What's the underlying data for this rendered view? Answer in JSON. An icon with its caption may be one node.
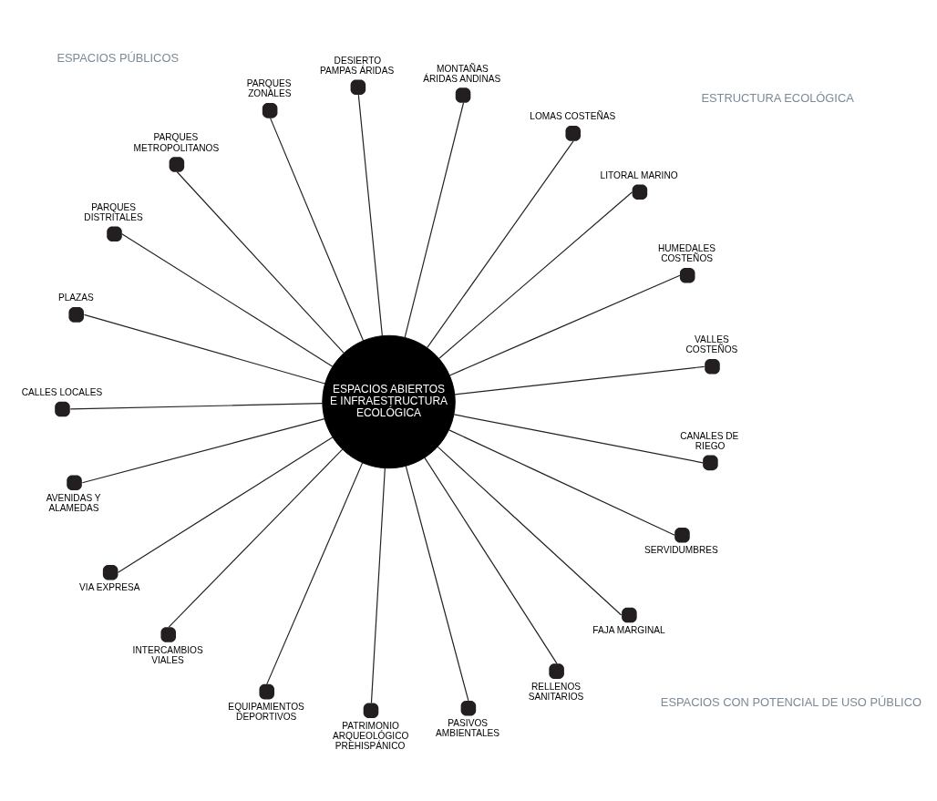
{
  "diagram": {
    "nodes": [
      {
        "text": [
          "ESPACIOS ABIERTOS E INFRAESTRUCTURA ECOLÓGICA"
        ]
      },
      {
        "text": [],
        "shape": "circle",
        "beside": [
          "VALLES COSTEÑOS"
        ]
      },
      {
        "text": [],
        "shape": "circle",
        "beside": [
          "HUMEDALES COSTEÑOS"
        ]
      },
      {
        "text": [],
        "shape": "circle",
        "beside": [
          "LITORAL MARINO"
        ]
      },
      {
        "text": [],
        "shape": "circle",
        "beside": [
          "LOMAS COSTEÑAS"
        ]
      },
      {
        "text": [],
        "shape": "circle",
        "beside": [
          "MONTAÑAS ÁRIDAS ANDINAS"
        ]
      },
      {
        "text": [],
        "shape": "circle",
        "beside": [
          "DESIERTO PAMPAS ÁRIDAS"
        ]
      },
      {
        "text": [],
        "shape": "circle",
        "beside": [
          "PARQUES ZONALES"
        ]
      },
      {
        "text": [],
        "shape": "circle",
        "beside": [
          "PARQUES METROPOLITANOS"
        ]
      },
      {
        "text": [],
        "shape": "circle",
        "beside": [
          "PARQUES DISTRITALES"
        ]
      },
      {
        "text": [],
        "shape": "circle",
        "beside": [
          "PLAZAS"
        ]
      },
      {
        "text": [],
        "shape": "circle",
        "beside": [
          "CALLES LOCALES"
        ]
      },
      {
        "text": [],
        "shape": "circle",
        "beside": [
          "AVENIDAS Y ALAMEDAS"
        ]
      },
      {
        "text": [],
        "shape": "circle",
        "beside": [
          "VIA EXPRESA"
        ]
      },
      {
        "text": [],
        "shape": "circle",
        "beside": [
          "INTERCAMBIOS VIALES"
        ]
      },
      {
        "text": [],
        "shape": "circle",
        "beside": [
          "EQUIPAMIENTOS DEPORTIVOS"
        ]
      },
      {
        "text": [],
        "shape": "circle",
        "beside": [
          "PATRIMONIO ARQUEOLÓGICO PREHISPÁNICO"
        ]
      },
      {
        "text": [],
        "shape": "circle",
        "beside": [
          "PASIVOS AMBIENTALES"
        ]
      },
      {
        "text": [],
        "shape": "circle",
        "beside": [
          "RELLENOS SANITARIOS"
        ]
      },
      {
        "text": [],
        "shape": "circle",
        "beside": [
          "FAJA MARGINAL"
        ]
      },
      {
        "text": [],
        "shape": "circle",
        "beside": [
          "SERVIDUMBRES"
        ]
      },
      {
        "text": [],
        "shape": "circle",
        "beside": [
          "CANALES DE RIEGO"
        ]
      }
    ],
    "edges": [
      {
        "from": 0,
        "to": 1,
        "arrow": "none"
      },
      {
        "from": 0,
        "to": 2,
        "arrow": "none"
      },
      {
        "from": 0,
        "to": 3,
        "arrow": "none"
      },
      {
        "from": 0,
        "to": 4,
        "arrow": "none"
      },
      {
        "from": 0,
        "to": 5,
        "arrow": "none"
      },
      {
        "from": 0,
        "to": 6,
        "arrow": "none"
      },
      {
        "from": 0,
        "to": 7,
        "arrow": "none"
      },
      {
        "from": 0,
        "to": 8,
        "arrow": "none"
      },
      {
        "from": 0,
        "to": 9,
        "arrow": "none"
      },
      {
        "from": 0,
        "to": 10,
        "arrow": "none"
      },
      {
        "from": 0,
        "to": 11,
        "arrow": "none"
      },
      {
        "from": 0,
        "to": 12,
        "arrow": "none"
      },
      {
        "from": 0,
        "to": 13,
        "arrow": "none"
      },
      {
        "from": 0,
        "to": 14,
        "arrow": "none"
      },
      {
        "from": 0,
        "to": 15,
        "arrow": "none"
      },
      {
        "from": 0,
        "to": 16,
        "arrow": "none"
      },
      {
        "from": 0,
        "to": 17,
        "arrow": "none"
      },
      {
        "from": 0,
        "to": 18,
        "arrow": "none"
      },
      {
        "from": 0,
        "to": 19,
        "arrow": "none"
      },
      {
        "from": 0,
        "to": 20,
        "arrow": "none"
      },
      {
        "from": 0,
        "to": 21,
        "arrow": "none"
      }
    ],
    "labels": [
      "ESTRUCTURA ECOLÓGICA",
      "ESPACIOS PÚBLICOS",
      "ESPACIOS CON POTENCIAL DE USO PÚBLICO"
    ]
  }
}
